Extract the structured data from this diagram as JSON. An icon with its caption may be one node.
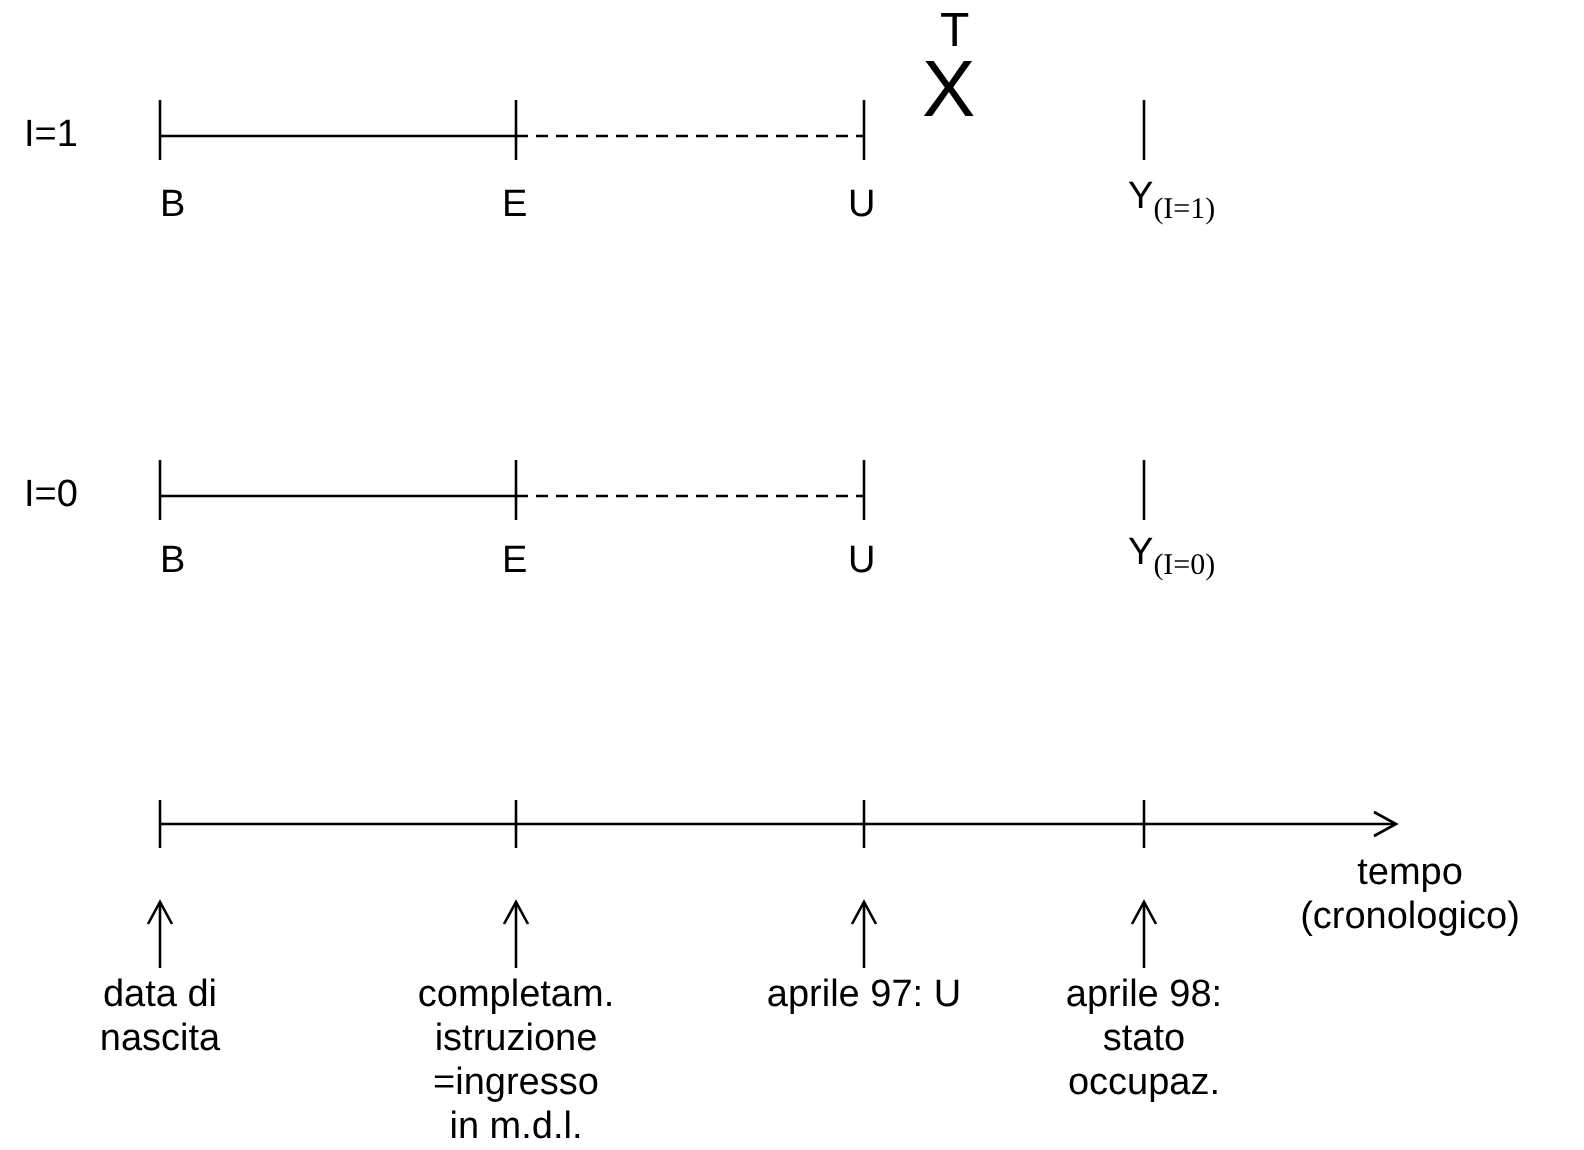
{
  "diagram": {
    "nodes": [
      {
        "text": [
          "data di nascita"
        ]
      },
      {
        "text": [
          "completam. istruzione =ingresso in m.d.l."
        ]
      },
      {
        "text": [
          "aprile 97: U"
        ]
      },
      {
        "text": [
          "aprile 98: stato occupaz."
        ]
      }
    ],
    "edges": [
      {
        "from": 0,
        "to": null,
        "arrow": "to"
      },
      {
        "from": 1,
        "to": null,
        "arrow": "to"
      },
      {
        "from": 2,
        "to": null,
        "arrow": "to"
      },
      {
        "from": 3,
        "to": null,
        "arrow": "to"
      }
    ],
    "labels": [
      "T",
      "I=1",
      "X",
      "B",
      "E",
      "U",
      "Y$_{(I=1)}$",
      "I=0",
      "B",
      "E",
      "U",
      "Y$_{(I=0)}$",
      "tempo (cronologico)"
    ]
  }
}
